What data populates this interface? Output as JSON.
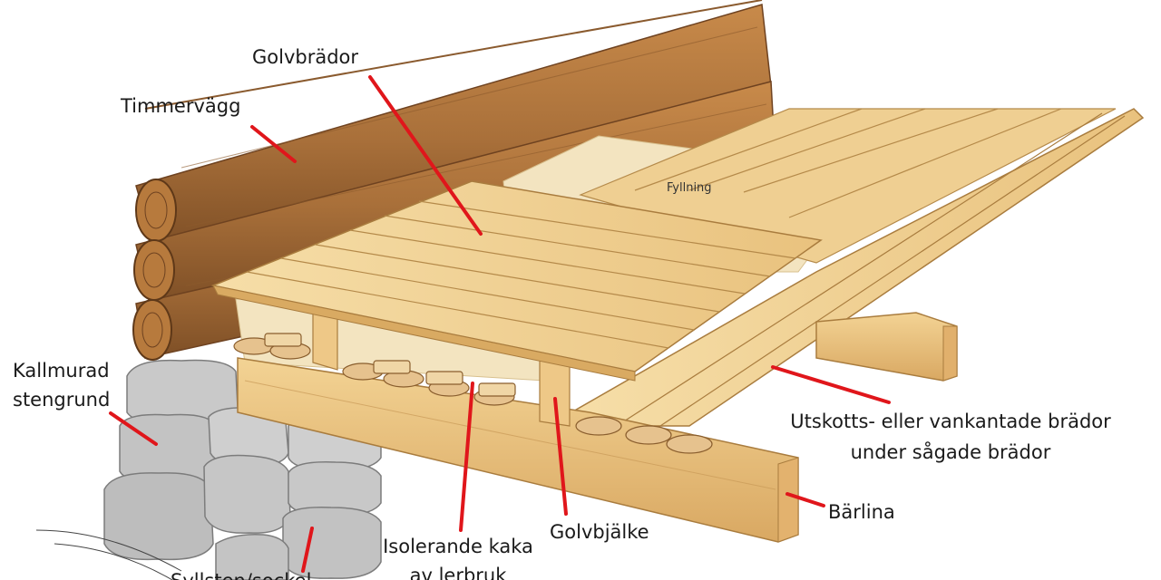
{
  "labels": {
    "golvbrador": "Golvbrädor",
    "timmervagg": "Timmervägg",
    "kallmurad_1": "Kallmurad",
    "kallmurad_2": "stengrund",
    "fyllning": "Fyllning",
    "utskott_1": "Utskotts- eller vankantade brädor",
    "utskott_2": "under sågade brädor",
    "barlina": "Bärlina",
    "golvbjalke": "Golvbjälke",
    "isolerande_1": "Isolerande kaka",
    "isolerande_2": "av lerbruk",
    "bottom_cut": "Syllsten/sockel"
  },
  "colors": {
    "leader": "#e0161b",
    "wood_light": "#f1d49a",
    "wood_mid": "#e2b570",
    "log_brown": "#a56a35",
    "stone": "#bdbdbd",
    "fill": "#f3e4c0"
  }
}
